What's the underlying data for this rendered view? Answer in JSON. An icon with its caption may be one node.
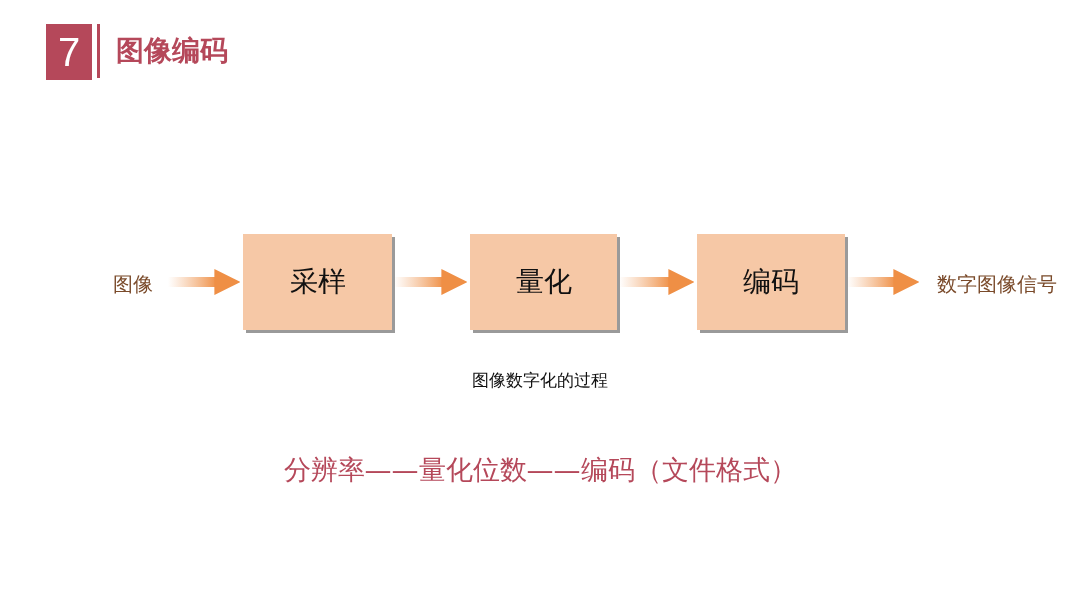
{
  "diagram": {
    "title": "图像编码",
    "nodes": [
      {
        "text": [
          "图像"
        ]
      },
      {
        "text": [
          "采样"
        ]
      },
      {
        "text": [
          "量化"
        ]
      },
      {
        "text": [
          "编码"
        ]
      },
      {
        "text": [
          "数字图像信号"
        ]
      }
    ],
    "edges": [
      {
        "from": 0,
        "to": 1,
        "arrow": "to",
        "style": "thick"
      },
      {
        "from": 1,
        "to": 2,
        "arrow": "to",
        "style": "thick"
      },
      {
        "from": 2,
        "to": 3,
        "arrow": "to",
        "style": "thick"
      },
      {
        "from": 3,
        "to": 4,
        "arrow": "to",
        "style": "thick"
      }
    ],
    "caption": "图像数字化的过程",
    "labels": [
      "7",
      "分辨率——量化位数——编码（文件格式）"
    ]
  }
}
